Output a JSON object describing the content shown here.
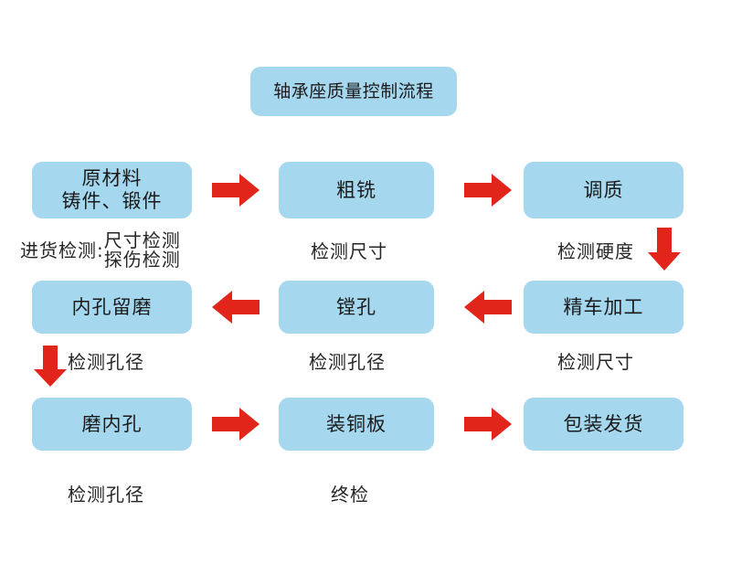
{
  "diagram": {
    "title_box": {
      "label": "轴承座质量控制流程"
    },
    "colors": {
      "node_fill": "#a5d7ee",
      "arrow_red": "#e1251b",
      "text": "#1a1a1a",
      "background": "#ffffff"
    },
    "nodes": [
      {
        "id": "raw-material",
        "line1": "原材料",
        "line2": "铸件、锻件"
      },
      {
        "id": "rough-milling",
        "line1": "粗铣",
        "line2": ""
      },
      {
        "id": "quench-temper",
        "line1": "调质",
        "line2": ""
      },
      {
        "id": "bore-reserve-grind",
        "line1": "内孔留磨",
        "line2": ""
      },
      {
        "id": "boring",
        "line1": "镗孔",
        "line2": ""
      },
      {
        "id": "finish-turning",
        "line1": "精车加工",
        "line2": ""
      },
      {
        "id": "grind-inner-hole",
        "line1": "磨内孔",
        "line2": ""
      },
      {
        "id": "install-copper-plate",
        "line1": "装铜板",
        "line2": ""
      },
      {
        "id": "packaging-shipping",
        "line1": "包装发货",
        "line2": ""
      }
    ],
    "captions": {
      "incoming_label": "进货检测:",
      "incoming_line1": "尺寸检测",
      "incoming_line2": "探伤检测",
      "check_dimension_1": "检测尺寸",
      "check_hardness": "检测硬度",
      "check_bore_diameter_1": "检测孔径",
      "check_bore_diameter_2": "检测孔径",
      "check_dimension_2": "检测尺寸",
      "check_bore_diameter_3": "检测孔径",
      "final_inspection": "终检"
    },
    "arrows": [
      {
        "id": "arrow-raw-to-rough",
        "direction": "right"
      },
      {
        "id": "arrow-rough-to-quench",
        "direction": "right"
      },
      {
        "id": "arrow-quench-to-finish-turning",
        "direction": "down"
      },
      {
        "id": "arrow-finish-turning-to-boring",
        "direction": "left"
      },
      {
        "id": "arrow-boring-to-bore-reserve",
        "direction": "left"
      },
      {
        "id": "arrow-bore-reserve-to-grind",
        "direction": "down"
      },
      {
        "id": "arrow-grind-to-copper-plate",
        "direction": "right"
      },
      {
        "id": "arrow-copper-plate-to-packaging",
        "direction": "right"
      }
    ]
  }
}
